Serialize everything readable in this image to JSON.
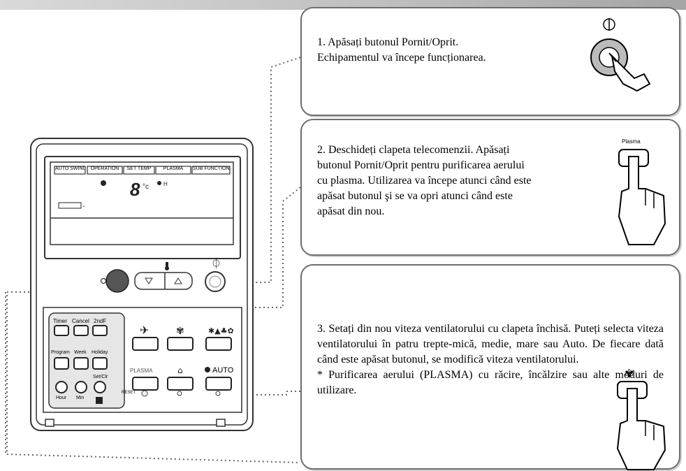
{
  "title": "",
  "lcd_segments": [
    "AUTO SWING",
    "OPERATION",
    "SET TEMP",
    "PLASMA",
    "SUB FUNCTION"
  ],
  "remote_buttons": {
    "timer": "Timer",
    "cancel": "Cancel",
    "second_f": "2ndF",
    "program": "Program",
    "week": "Week",
    "holiday": "Holiday",
    "hour": "Hour",
    "min": "Min",
    "set_clr": "Set/Clr",
    "plasma": "PLASMA",
    "auto": "AUTO",
    "reset": "RESET"
  },
  "instructions": [
    {
      "text": "1. Apăsați butonul Pornit/Oprit.\nEchipamentul va începe funcționarea."
    },
    {
      "text": "2. Deschideți clapeta telecomenzii. Apăsați\nbutonul Pornit/Oprit pentru purificarea aerului\ncu plasma. Utilizarea va începe atunci când este\napăsat butonul şi se va opri atunci când este\napăsat din nou.",
      "button_label": "Plasma"
    },
    {
      "text": "3. Setați din nou viteza ventilatorului cu clapeta închisă. Puteți selecta viteza ventilatorului în patru trepte-mică, medie, mare sau Auto. De fiecare dată când este apăsat butonul, se modifică viteza ventilatorului.\n* Purificarea aerului (PLASMA) cu răcire, încălzire sau alte moduri de utilizare."
    }
  ]
}
